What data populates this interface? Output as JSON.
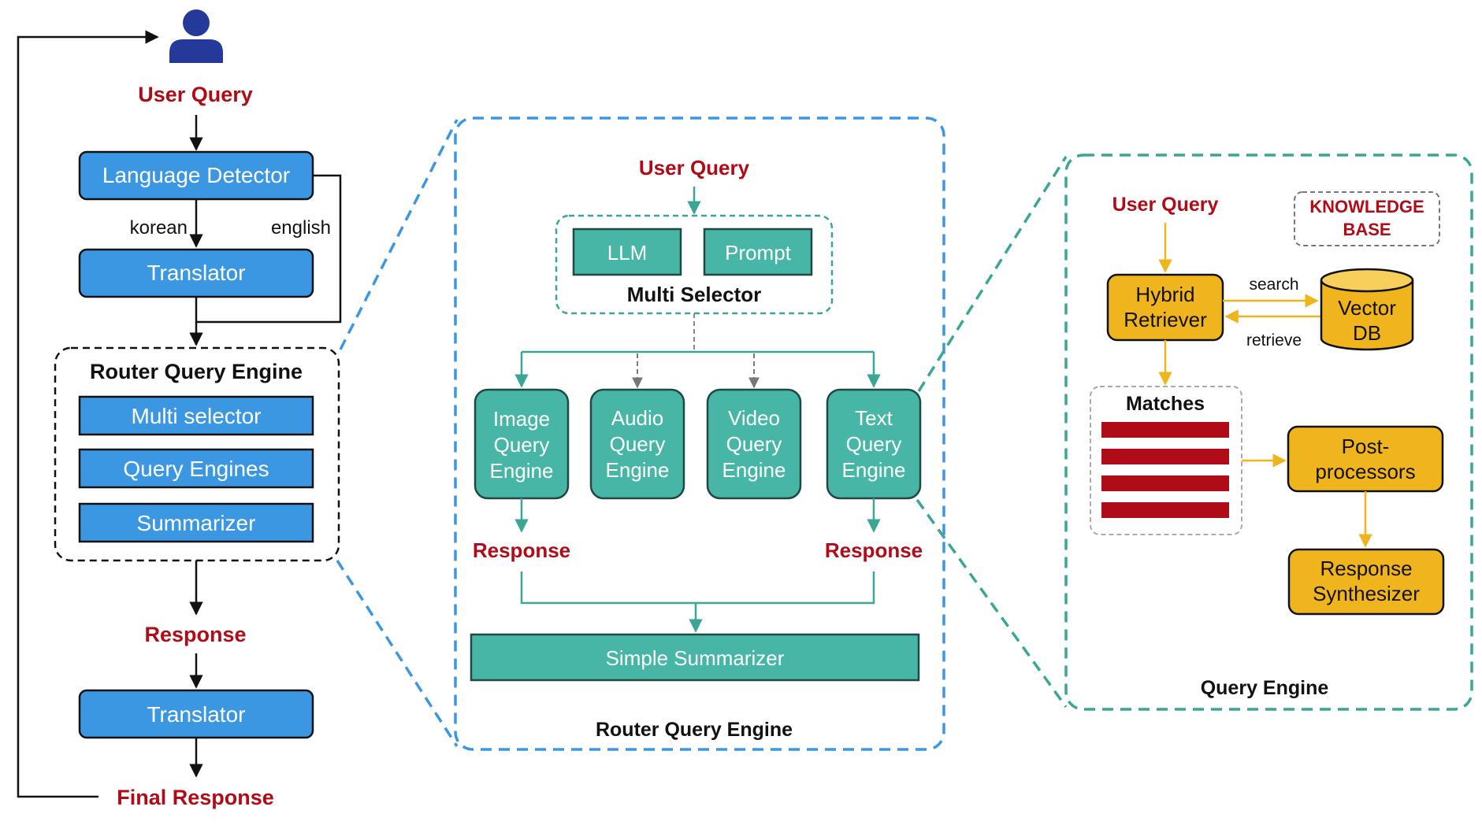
{
  "colors": {
    "blue_box": "#3c97e3",
    "teal_box": "#47b6a6",
    "yellow_box": "#f0b41c",
    "accent_red": "#b00c18",
    "dash_blue": "#3c97e3",
    "dash_teal": "#3aa695"
  },
  "left": {
    "user_icon": "user-icon",
    "user_query": "User Query",
    "language_detector": "Language Detector",
    "korean": "korean",
    "english": "english",
    "translator_top": "Translator",
    "router_title": "Router Query Engine",
    "multi_selector": "Multi selector",
    "query_engines": "Query Engines",
    "summarizer": "Summarizer",
    "response": "Response",
    "translator_bottom": "Translator",
    "final_response": "Final Response"
  },
  "middle": {
    "user_query": "User Query",
    "llm": "LLM",
    "prompt": "Prompt",
    "multi_selector": "Multi Selector",
    "image_engine": [
      "Image",
      "Query",
      "Engine"
    ],
    "audio_engine": [
      "Audio",
      "Query",
      "Engine"
    ],
    "video_engine": [
      "Video",
      "Query",
      "Engine"
    ],
    "text_engine": [
      "Text",
      "Query",
      "Engine"
    ],
    "response_left": "Response",
    "response_right": "Response",
    "simple_summarizer": "Simple Summarizer",
    "caption": "Router Query Engine"
  },
  "right": {
    "user_query": "User Query",
    "knowledge_base": [
      "KNOWLEDGE",
      "BASE"
    ],
    "hybrid_retriever": [
      "Hybrid",
      "Retriever"
    ],
    "search": "search",
    "retrieve": "retrieve",
    "vector_db": [
      "Vector",
      "DB"
    ],
    "matches": "Matches",
    "post_processors": [
      "Post-",
      "processors"
    ],
    "response_synthesizer": [
      "Response",
      "Synthesizer"
    ],
    "caption": "Query Engine"
  }
}
